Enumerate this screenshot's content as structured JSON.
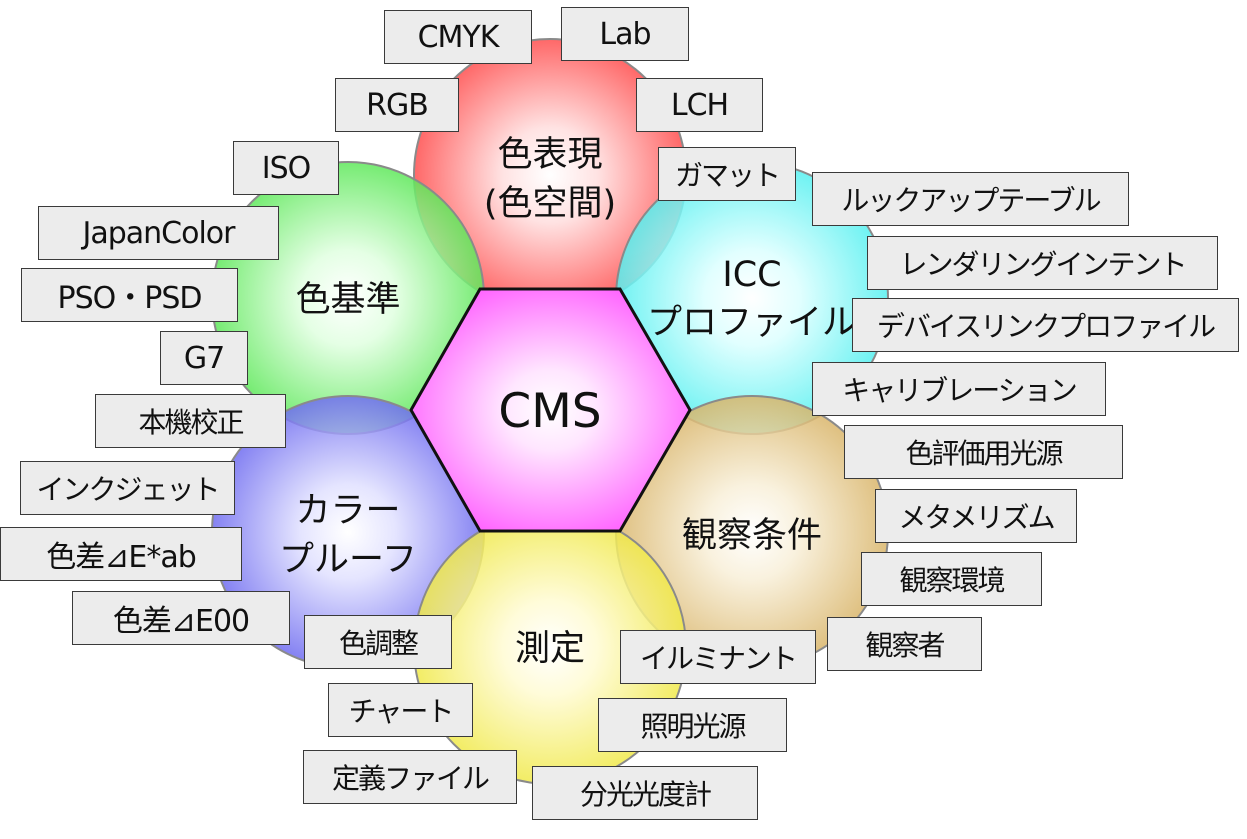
{
  "center": {
    "label": "CMS",
    "color": "#ff66ff"
  },
  "topics": {
    "color_expression": {
      "line1": "色表現",
      "line2": "(色空間)",
      "color": "#ff5b5b"
    },
    "icc_profile": {
      "line1": "ICC",
      "line2": "プロファイル",
      "color": "#55f0f0"
    },
    "viewing_conditions": {
      "line1": "観察条件",
      "color": "#d9b56a"
    },
    "measurement": {
      "line1": "測定",
      "color": "#f0e94a"
    },
    "color_proof": {
      "line1": "カラー",
      "line2": "プルーフ",
      "color": "#6f6cf0"
    },
    "color_standard": {
      "line1": "色基準",
      "color": "#5ee85a"
    }
  },
  "tags": {
    "cmyk": "CMYK",
    "lab": "Lab",
    "rgb": "RGB",
    "lch": "LCH",
    "gamut": "ガマット",
    "iso": "ISO",
    "lookup_table": "ルックアップテーブル",
    "japancolor": "JapanColor",
    "rendering_intent": "レンダリングインテント",
    "pso_psd": "PSO・PSD",
    "device_link": "デバイスリンクプロファイル",
    "g7": "G7",
    "calibration": "キャリブレーション",
    "hard_proof": "本機校正",
    "eval_light": "色評価用光源",
    "inkjet": "インクジェット",
    "metamerism": "メタメリズム",
    "delta_e_ab": "色差⊿E*ab",
    "viewing_env": "観察環境",
    "delta_e00": "色差⊿E00",
    "color_adjust": "色調整",
    "observer": "観察者",
    "illuminant": "イルミナント",
    "chart": "チャート",
    "lighting_source": "照明光源",
    "definition_file": "定義ファイル",
    "spectrophotometer": "分光光度計"
  }
}
